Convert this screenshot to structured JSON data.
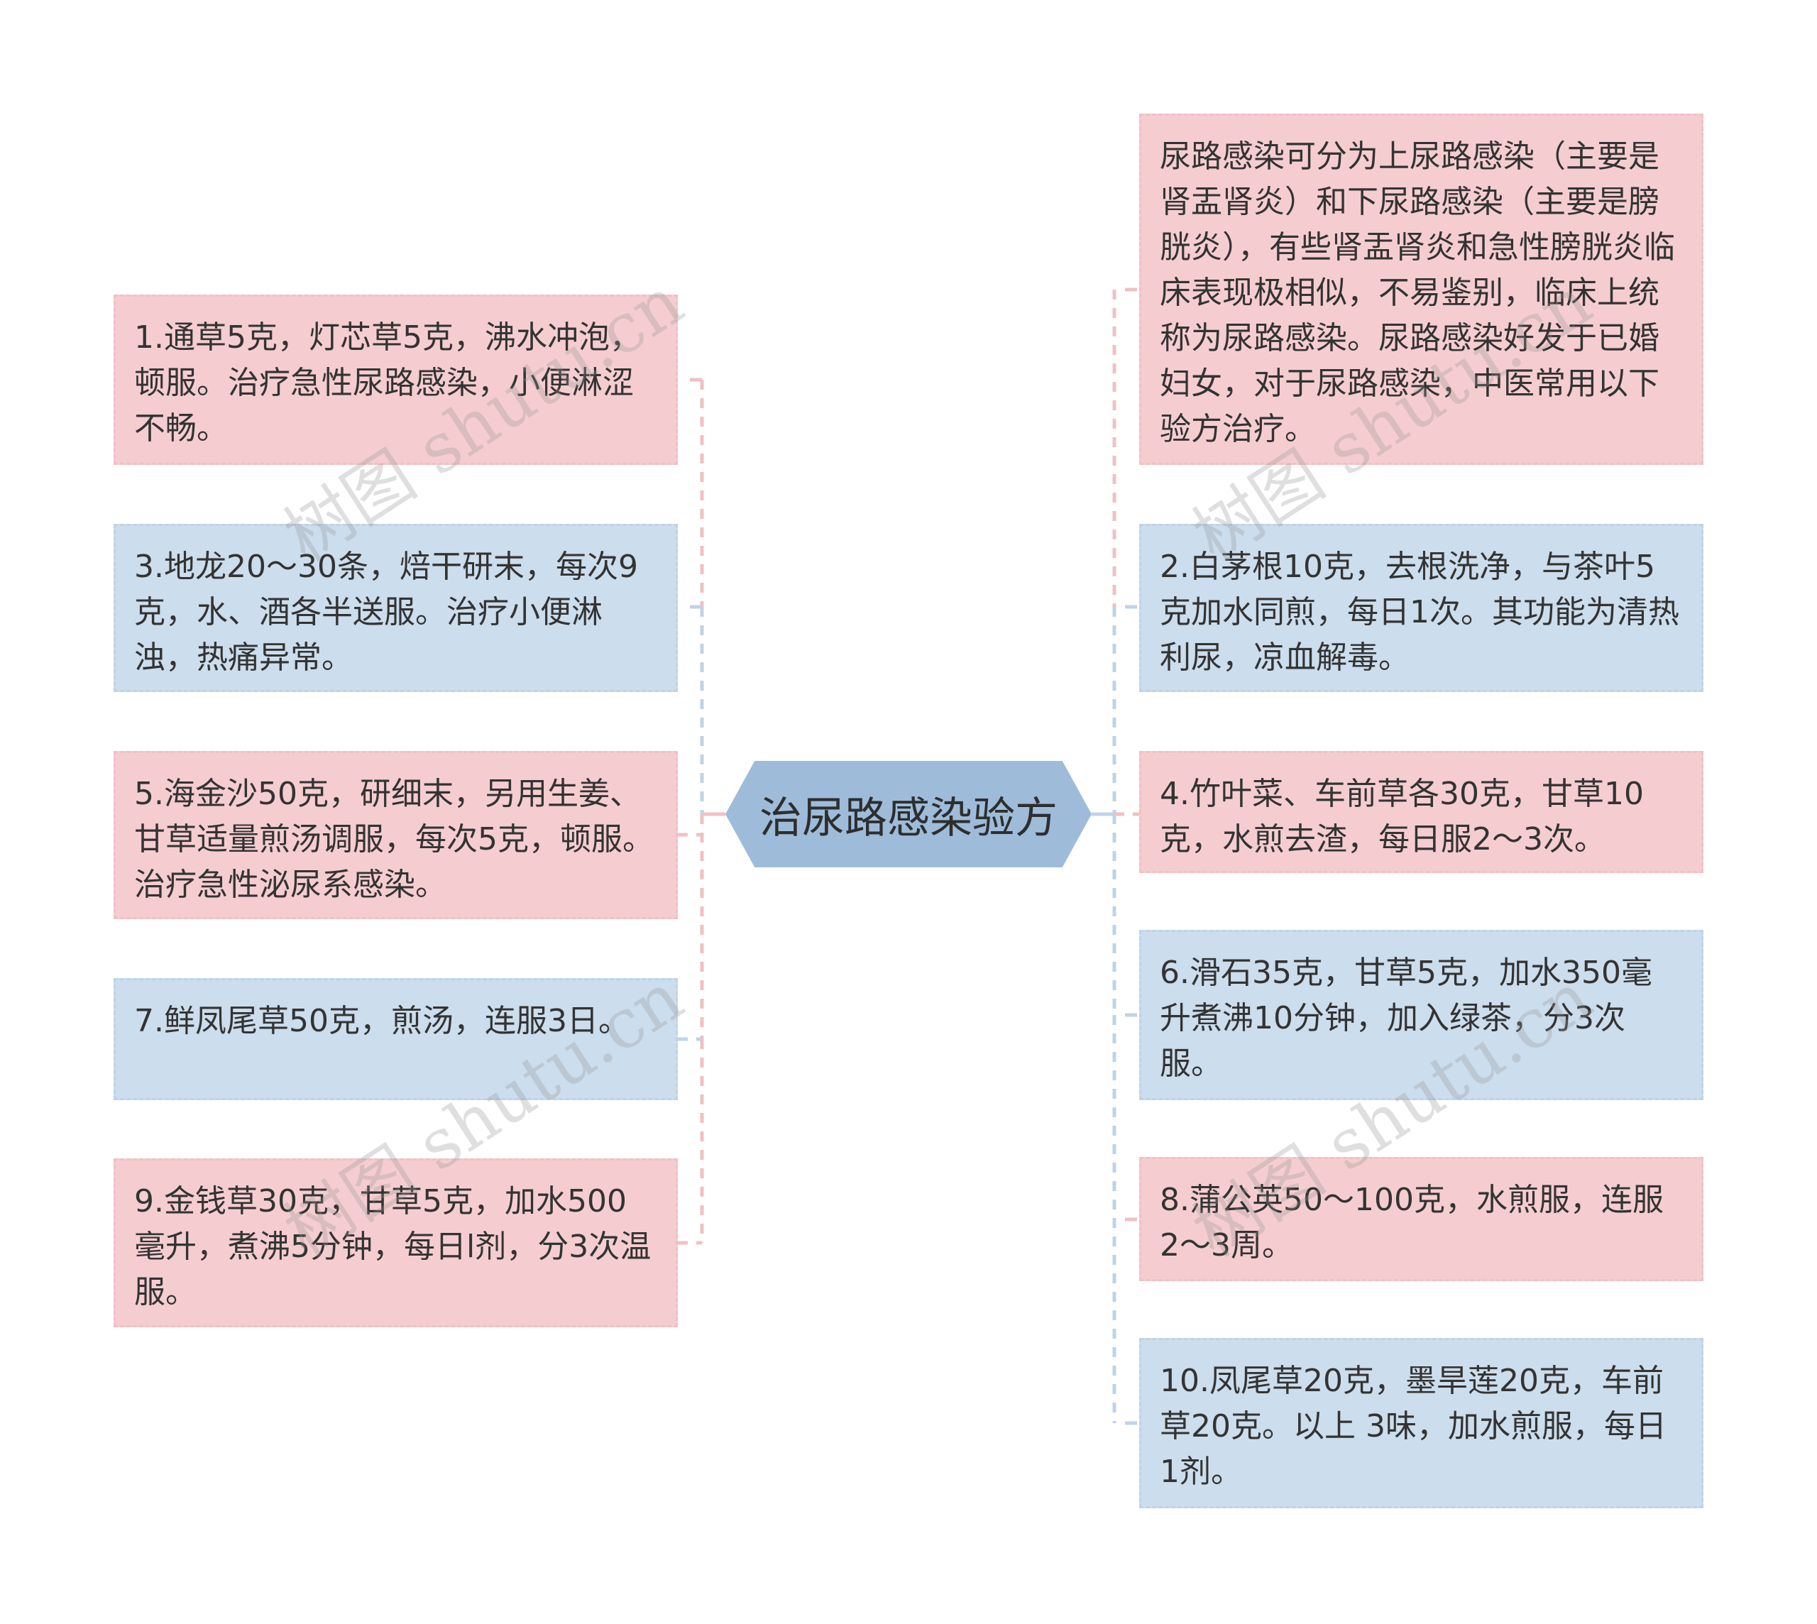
{
  "diagram": {
    "type": "mind-map",
    "center": {
      "label": "治尿路感染验方",
      "color": "#9ebcda"
    },
    "colors": {
      "pink_fill": "#f5cdd0",
      "blue_fill": "#ccdded",
      "pink_line": "#f1c0c4",
      "blue_line": "#bfd3e6",
      "text": "#333333"
    },
    "left_nodes": [
      {
        "id": "remedy-1",
        "color": "pink",
        "text": "1.通草5克，灯芯草5克，沸水冲泡，顿服。治疗急性尿路感染，小便淋涩不畅。"
      },
      {
        "id": "remedy-3",
        "color": "blue",
        "text": "3.地龙20～30条，焙干研末，每次9克，水、酒各半送服。治疗小便淋浊，热痛异常。"
      },
      {
        "id": "remedy-5",
        "color": "pink",
        "text": "5.海金沙50克，研细末，另用生姜、甘草适量煎汤调服，每次5克，顿服。治疗急性泌尿系感染。"
      },
      {
        "id": "remedy-7",
        "color": "blue",
        "text": "7.鲜凤尾草50克，煎汤，连服3日。"
      },
      {
        "id": "remedy-9",
        "color": "pink",
        "text": "9.金钱草30克，甘草5克，加水500毫升，煮沸5分钟，每日l剂，分3次温服。"
      }
    ],
    "right_nodes": [
      {
        "id": "intro",
        "color": "pink",
        "text": "尿路感染可分为上尿路感染（主要是肾盂肾炎）和下尿路感染（主要是膀胱炎），有些肾盂肾炎和急性膀胱炎临床表现极相似，不易鉴别，临床上统称为尿路感染。尿路感染好发于已婚妇女，对于尿路感染，中医常用以下验方治疗。"
      },
      {
        "id": "remedy-2",
        "color": "blue",
        "text": "2.白茅根10克，去根洗净，与茶叶5克加水同煎，每日1次。其功能为清热利尿，凉血解毒。"
      },
      {
        "id": "remedy-4",
        "color": "pink",
        "text": "4.竹叶菜、车前草各30克，甘草10克，水煎去渣，每日服2～3次。"
      },
      {
        "id": "remedy-6",
        "color": "blue",
        "text": "6.滑石35克，甘草5克，加水350毫升煮沸10分钟，加入绿茶，分3次服。"
      },
      {
        "id": "remedy-8",
        "color": "pink",
        "text": "8.蒲公英50～100克，水煎服，连服2～3周。"
      },
      {
        "id": "remedy-10",
        "color": "blue",
        "text": "10.凤尾草20克，墨旱莲20克，车前草20克。以上 3味，加水煎服，每日1剂。"
      }
    ],
    "watermark": "树图 shutu.cn"
  }
}
